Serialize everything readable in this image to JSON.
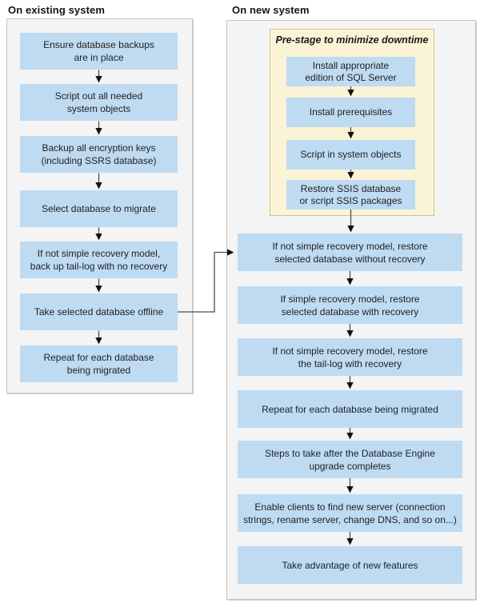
{
  "left_column": {
    "heading": "On existing system",
    "boxes": [
      "Ensure database backups\nare in place",
      "Script out all needed\nsystem objects",
      "Backup all encryption keys\n(including SSRS database)",
      "Select database to migrate",
      "If not simple recovery model,\nback up tail-log with no recovery",
      "Take selected database offline",
      "Repeat for each database\nbeing migrated"
    ]
  },
  "right_column": {
    "heading": "On new system",
    "prestage": {
      "title": "Pre-stage to minimize downtime",
      "boxes": [
        "Install appropriate\nedition of SQL Server",
        "Install prerequisites",
        "Script in system objects",
        "Restore SSIS database\nor script SSIS packages"
      ]
    },
    "boxes": [
      "If not simple recovery model, restore\nselected database without recovery",
      "If simple recovery model, restore\nselected database with recovery",
      "If not simple recovery model, restore\nthe tail-log with recovery",
      "Repeat for each database being migrated",
      "Steps to take after the Database Engine\nupgrade completes",
      "Enable clients to find new server (connection\nstrings, rename server, change DNS, and so on...)",
      "Take advantage of new features"
    ]
  },
  "colors": {
    "step_fill": "#bfdbf2",
    "panel_fill": "#f4f4f4",
    "panel_border": "#c6c6c6",
    "prestage_fill": "#faf3d5",
    "prestage_border": "#cfc493",
    "arrow_stem": "#4d4d4d",
    "arrow_head": "#111111",
    "text": "#1f1f1f"
  }
}
